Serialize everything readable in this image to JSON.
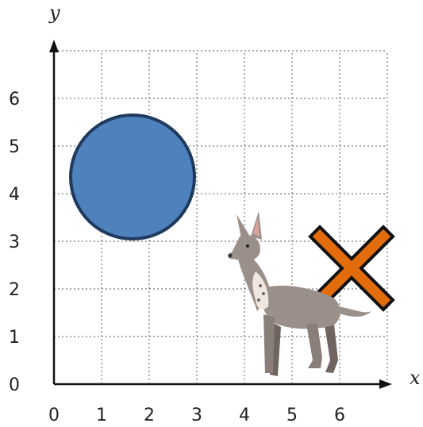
{
  "axes": {
    "x_label": "x",
    "y_label": "y",
    "x_ticks": [
      "0",
      "1",
      "2",
      "3",
      "4",
      "5",
      "6"
    ],
    "y_ticks": [
      "0",
      "1",
      "2",
      "3",
      "4",
      "5",
      "6"
    ]
  },
  "chart_data": {
    "type": "scatter",
    "xlabel": "x",
    "ylabel": "y",
    "xlim": [
      0,
      7
    ],
    "ylim": [
      0,
      7
    ],
    "grid": true,
    "objects": [
      {
        "kind": "circle",
        "center": [
          1.65,
          4.35
        ],
        "radius": 1.3,
        "fill": "#4f81bd",
        "stroke": "#1f3a5f"
      },
      {
        "kind": "x-mark",
        "center": [
          6.25,
          2.4
        ],
        "fill": "#e36c0a",
        "stroke": "#111111"
      },
      {
        "kind": "dog",
        "anchor": [
          4.5,
          1.5
        ]
      }
    ]
  },
  "colors": {
    "grid": "#777777",
    "axis": "#111111",
    "circle_fill": "#4f81bd",
    "circle_stroke": "#1f3a5f",
    "cross_fill": "#e36c0a",
    "cross_stroke": "#111111",
    "dog_body": "#9b8f8a",
    "dog_shadow": "#6f6460"
  }
}
